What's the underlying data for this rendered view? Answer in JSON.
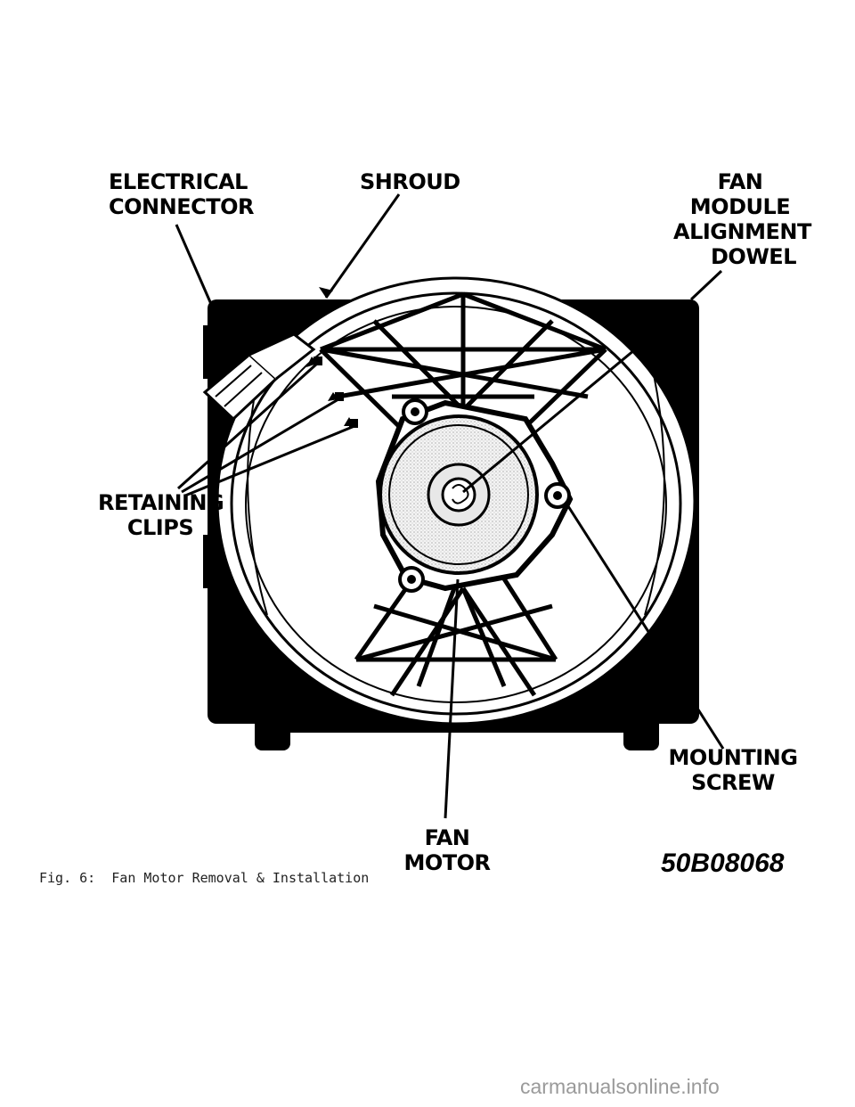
{
  "labels": {
    "electrical_connector": [
      "ELECTRICAL",
      "CONNECTOR"
    ],
    "shroud": [
      "SHROUD"
    ],
    "fan_module_alignment_dowel": [
      "FAN",
      "MODULE",
      "ALIGNMENT",
      "DOWEL"
    ],
    "retaining_clips": [
      "RETAINING",
      "CLIPS"
    ],
    "mounting_screw": [
      "MOUNTING",
      "SCREW"
    ],
    "fan_motor": [
      "FAN",
      "MOTOR"
    ]
  },
  "figure_code": "50B08068",
  "caption": "Fig. 6:  Fan Motor Removal & Installation",
  "watermark": "carmanualsonline.info"
}
